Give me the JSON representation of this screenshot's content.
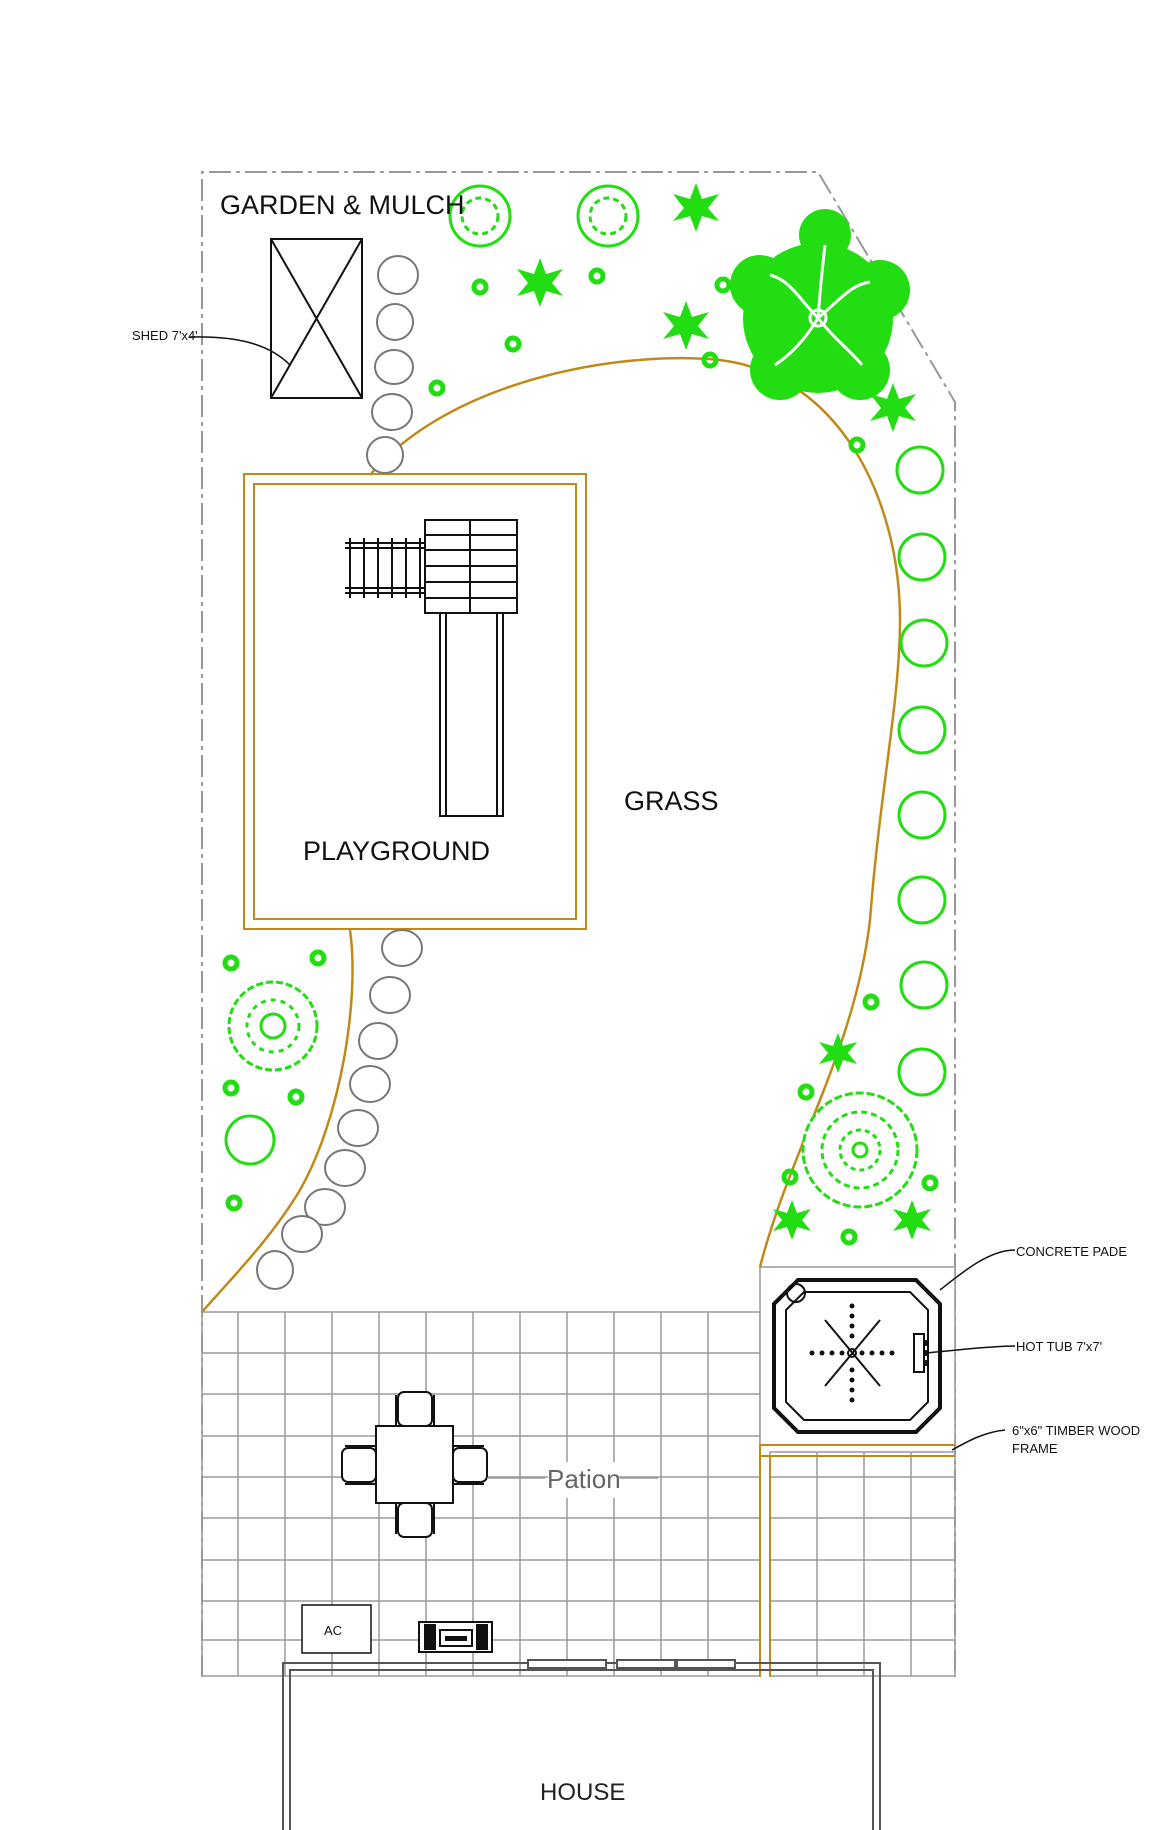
{
  "labels": {
    "garden_mulch": "GARDEN & MULCH",
    "shed": "SHED 7'x4'",
    "playground": "PLAYGROUND",
    "grass": "GRASS",
    "concrete_pad": "CONCRETE PADE",
    "hot_tub": "HOT TUB 7'x7'",
    "timber_frame_line1": "6\"x6\" TIMBER WOOD",
    "timber_frame_line2": "FRAME",
    "patio": "Pation",
    "ac": "AC",
    "house": "HOUSE"
  },
  "colors": {
    "outline": "#999999",
    "timber": "#c08a1a",
    "plant": "#22dd11",
    "line": "#111111",
    "tile": "#9a9a9a",
    "stone": "#777777"
  },
  "icons": {
    "shrub_round": "shrub-icon",
    "star_plant": "star-plant-icon",
    "small_plant": "small-plant-icon",
    "large_tree": "tree-icon",
    "stepping_stone": "stepping-stone-icon",
    "patio_table": "table-icon",
    "chair": "chair-icon",
    "grill": "grill-icon",
    "hot_tub": "hot-tub-icon",
    "swing_set": "swing-set-icon",
    "slide": "slide-icon"
  }
}
